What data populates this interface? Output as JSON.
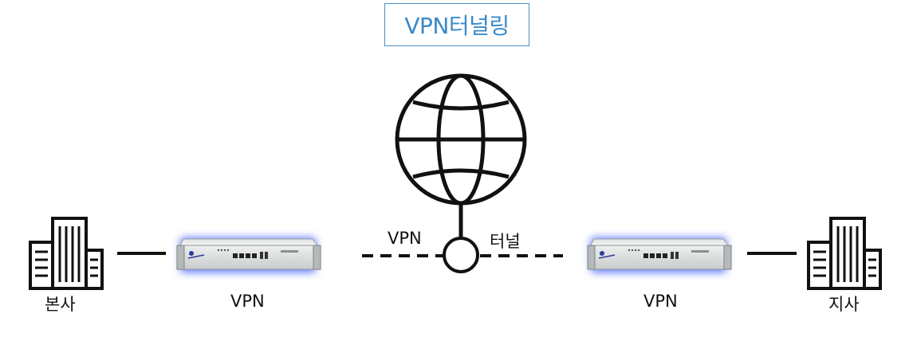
{
  "title": "VPN터널링",
  "labels": {
    "hq": "본사",
    "branch": "지사",
    "vpn_left": "VPN",
    "vpn_right": "VPN",
    "tunnel_vpn": "VPN",
    "tunnel_word": "터널"
  },
  "icons": {
    "globe": "globe-icon",
    "building": "office-building-icon",
    "vpn_device": "vpn-rack-device"
  },
  "colors": {
    "title_text": "#3a8ac9",
    "title_border": "#4a90c8",
    "line": "#111111",
    "device_glow": "#3a5cff"
  }
}
